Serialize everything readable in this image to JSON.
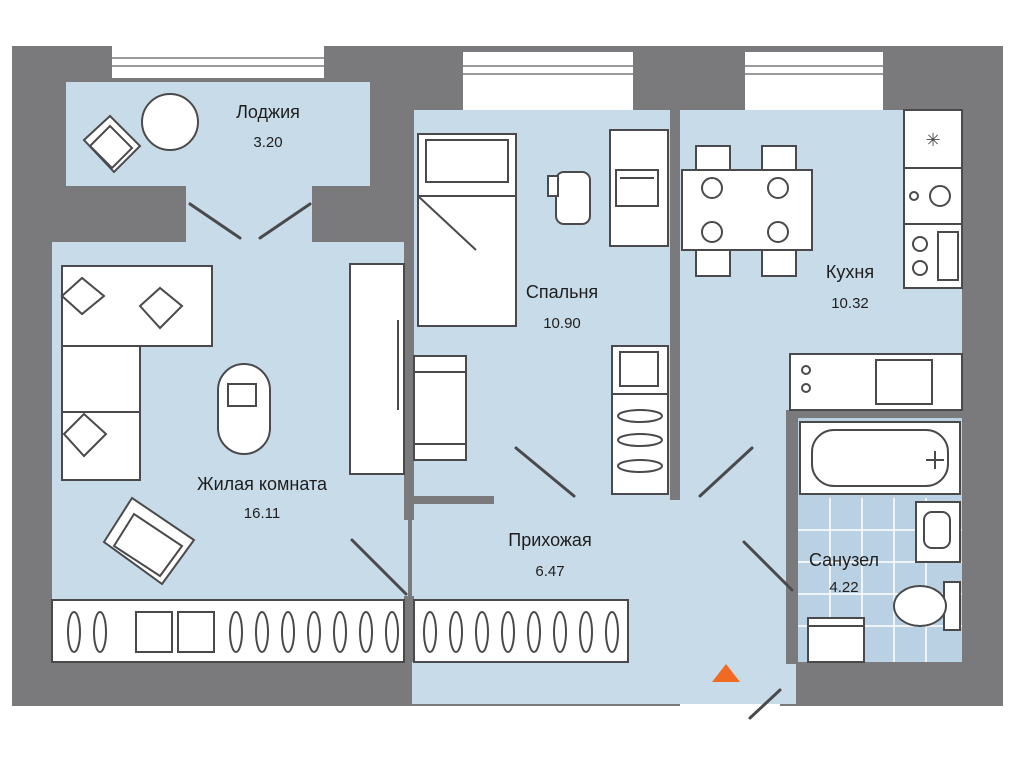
{
  "colors": {
    "wall": "#7a7a7c",
    "floor": "#c8dbe8",
    "line": "#4a4a4c",
    "furniture": "#ffffff",
    "tile": "#b9d1e2",
    "entrance_marker": "#f06b21"
  },
  "rooms": {
    "loggia": {
      "label": "Лоджия",
      "area": "3.20"
    },
    "bedroom": {
      "label": "Спальня",
      "area": "10.90"
    },
    "kitchen": {
      "label": "Кухня",
      "area": "10.32"
    },
    "living": {
      "label": "Жилая комната",
      "area": "16.11"
    },
    "hallway": {
      "label": "Прихожая",
      "area": "6.47"
    },
    "bathroom": {
      "label": "Санузел",
      "area": "4.22"
    }
  },
  "icons": [
    "armchair-icon",
    "round-table-icon",
    "bed-icon",
    "desk-icon",
    "laptop-icon",
    "office-chair-icon",
    "dining-table-icon",
    "chair-icon",
    "fridge-icon",
    "stove-icon",
    "sink-icon",
    "sofa-icon",
    "pillow-icon",
    "coffee-table-icon",
    "wardrobe-icon",
    "hanger-icon",
    "bathtub-icon",
    "toilet-icon",
    "washing-machine-icon",
    "entrance-arrow-icon"
  ]
}
